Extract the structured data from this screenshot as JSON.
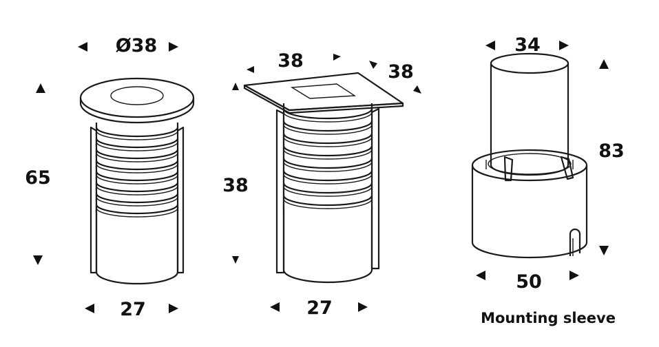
{
  "product_1": {
    "top_diameter": "Ø38",
    "height": "65",
    "bottom_width": "27"
  },
  "product_2": {
    "top_width": "38",
    "top_depth": "38",
    "height": "38",
    "bottom_width": "27"
  },
  "sleeve": {
    "top_width": "34",
    "height": "83",
    "bottom_width": "50",
    "caption": "Mounting sleeve"
  },
  "colors": {
    "line": "#1a1a1a",
    "body_fill": "#ffffff",
    "ring_fill": "#f2f2f2"
  }
}
